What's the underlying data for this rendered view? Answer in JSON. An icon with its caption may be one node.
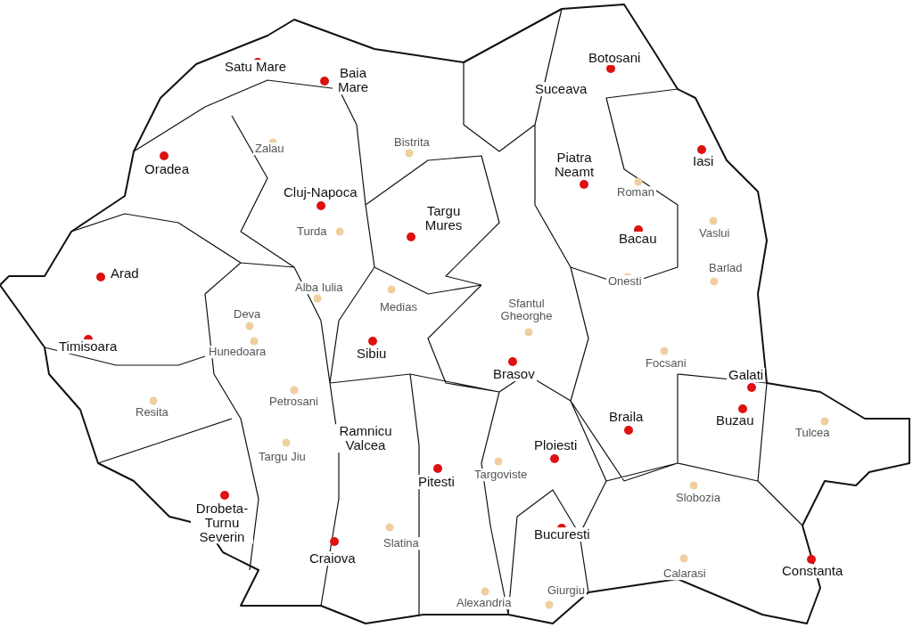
{
  "diagram": {
    "labels": [
      "Botosani",
      "Satu Mare",
      "Baia Mare",
      "Suceava",
      "Zalau",
      "Bistrita",
      "Iasi",
      "Piatra Neamt",
      "Oradea",
      "Roman",
      "Cluj-Napoca",
      "Targu Mures",
      "Vaslui",
      "Turda",
      "Bacau",
      "Barlad",
      "Arad",
      "Onesti",
      "Alba Iulia",
      "Medias",
      "Sfantul Gheorghe",
      "Deva",
      "Timisoara",
      "Sibiu",
      "Hunedoara",
      "Focsani",
      "Brasov",
      "Galati",
      "Petrosani",
      "Resita",
      "Buzau",
      "Braila",
      "Tulcea",
      "Ramnicu Valcea",
      "Ploiesti",
      "Targu Jiu",
      "Targoviste",
      "Pitesti",
      "Drobeta-Turnu Severin",
      "Slobozia",
      "Bucuresti",
      "Slatina",
      "Craiova",
      "Calarasi",
      "Constanta",
      "Giurgiu",
      "Alexandria"
    ]
  }
}
